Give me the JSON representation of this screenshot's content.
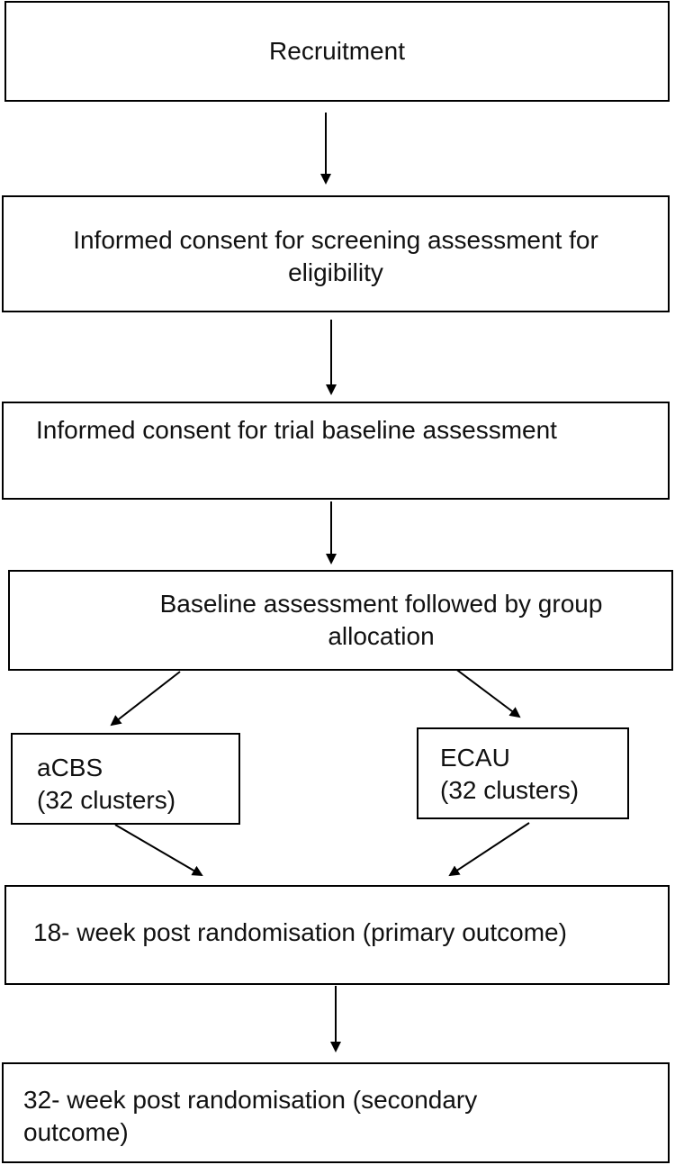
{
  "flowchart": {
    "recruitment": "Recruitment",
    "consent_screening": {
      "line1": "Informed consent for screening assessment for",
      "line2": "eligibility"
    },
    "consent_trial": "Informed consent for trial baseline assessment",
    "baseline": {
      "line1": "Baseline assessment followed by group",
      "line2": "allocation"
    },
    "acbs": {
      "line1": "aCBS",
      "line2": "(32 clusters)"
    },
    "ecau": {
      "line1": "ECAU",
      "line2": "(32 clusters)"
    },
    "week18": "18- week post randomisation (primary outcome)",
    "week32": {
      "line1": "32- week post randomisation (secondary",
      "line2": "outcome)"
    }
  }
}
